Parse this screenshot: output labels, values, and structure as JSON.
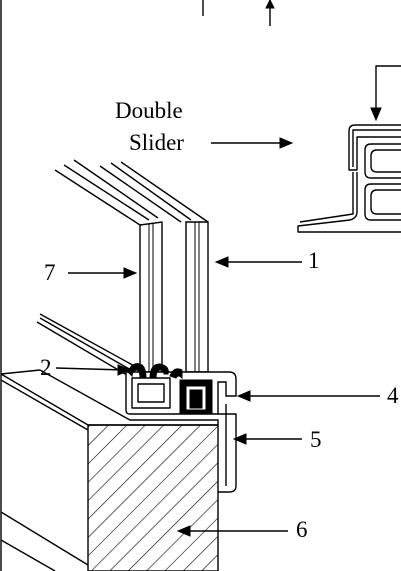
{
  "labels": {
    "double_slider_line1": "Double",
    "double_slider_line2": "Slider",
    "part_1": "1",
    "part_2": "2",
    "part_4": "4",
    "part_5": "5",
    "part_6": "6",
    "part_7": "7"
  },
  "colors": {
    "ink": "#000000",
    "paper": "#ffffff"
  }
}
